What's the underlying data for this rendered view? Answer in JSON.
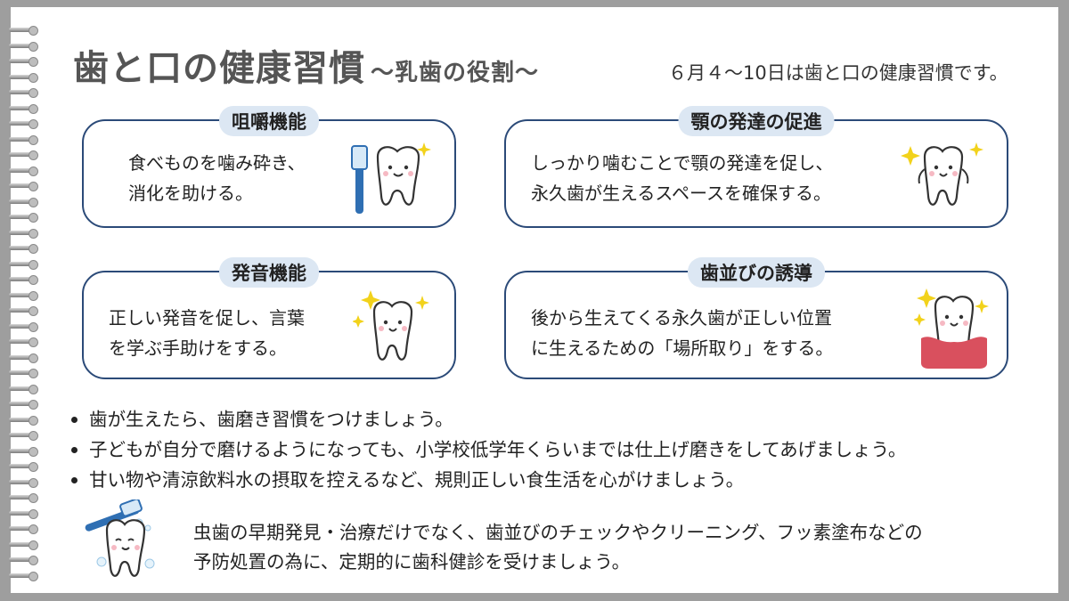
{
  "title": {
    "main": "歯と口の健康習慣",
    "sub": "〜乳歯の役割〜"
  },
  "date_note": "６月４〜10日は歯と口の健康習慣です。",
  "cards": [
    {
      "label": "咀嚼機能",
      "line1": "食べものを噛み砕き、",
      "line2": "消化を助ける。",
      "icon": "tooth-with-toothbrush-icon"
    },
    {
      "label": "顎の発達の促進",
      "line1": "しっかり噛むことで顎の発達を促し、",
      "line2": "永久歯が生えるスペースを確保する。",
      "icon": "sparkling-tooth-icon"
    },
    {
      "label": "発音機能",
      "line1": "正しい発音を促し、言葉",
      "line2": "を学ぶ手助けをする。",
      "icon": "sparkling-tooth-icon"
    },
    {
      "label": "歯並びの誘導",
      "line1": "後から生えてくる永久歯が正しい位置",
      "line2": "に生えるための「場所取り」をする。",
      "icon": "tooth-in-gum-icon"
    }
  ],
  "bullets": [
    "歯が生えたら、歯磨き習慣をつけましょう。",
    "子どもが自分で磨けるようになっても、小学校低学年くらいまでは仕上げ磨きをしてあげましょう。",
    "甘い物や清涼飲料水の摂取を控えるなど、規則正しい食生活を心がけましょう。"
  ],
  "footer": {
    "line1": "虫歯の早期発見・治療だけでなく、歯並びのチェックやクリーニング、フッ素塗布などの",
    "line2": "予防処置の為に、定期的に歯科健診を受けましょう。",
    "icon": "tooth-brushing-icon"
  },
  "colors": {
    "card_border": "#2b4a78",
    "label_bg": "#dce7f3",
    "title": "#555555",
    "gum": "#d9505e",
    "sparkle": "#f2d21b"
  }
}
